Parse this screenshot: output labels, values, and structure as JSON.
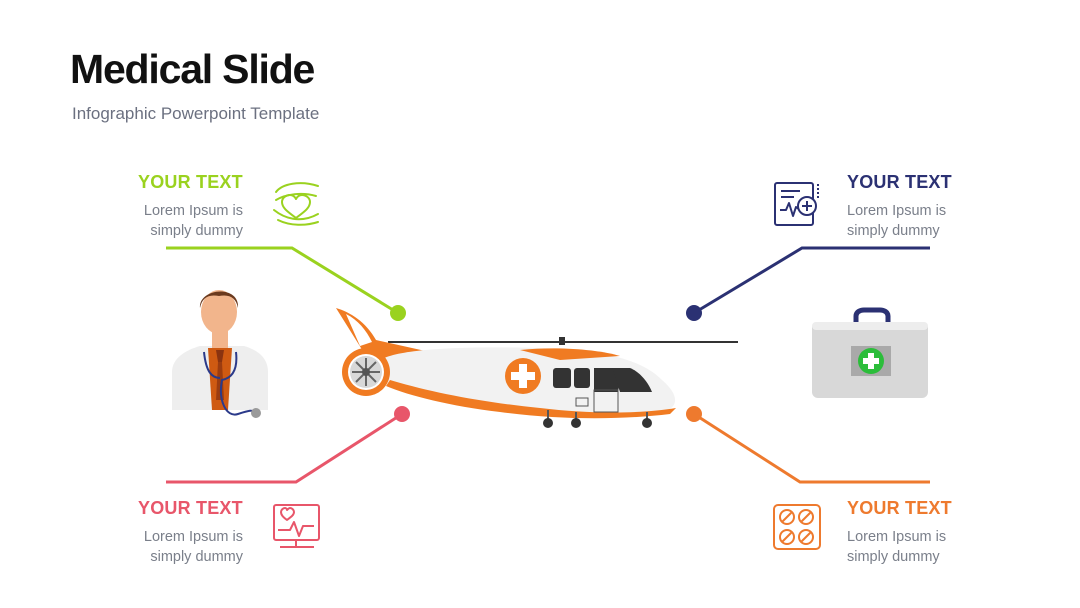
{
  "slide": {
    "title": "Medical Slide",
    "subtitle": "Infographic Powerpoint Template"
  },
  "blocks": [
    {
      "id": "top-left",
      "heading": "YOUR TEXT",
      "line1": "Lorem Ipsum is",
      "line2": "simply dummy",
      "color": "#9ad21f",
      "icon": "heart-hands-icon"
    },
    {
      "id": "top-right",
      "heading": "YOUR TEXT",
      "line1": "Lorem Ipsum is",
      "line2": "simply dummy",
      "color": "#2b3173",
      "icon": "medical-report-icon"
    },
    {
      "id": "bottom-left",
      "heading": "YOUR TEXT",
      "line1": "Lorem Ipsum is",
      "line2": "simply dummy",
      "color": "#e8566a",
      "icon": "heart-monitor-icon"
    },
    {
      "id": "bottom-right",
      "heading": "YOUR TEXT",
      "line1": "Lorem Ipsum is",
      "line2": "simply dummy",
      "color": "#ee7a2e",
      "icon": "pill-pack-icon"
    }
  ],
  "illustrations": {
    "doctor": "doctor-icon",
    "helicopter": "helicopter-icon",
    "first_aid": "first-aid-kit-icon",
    "accent_orange": "#f07b22"
  }
}
